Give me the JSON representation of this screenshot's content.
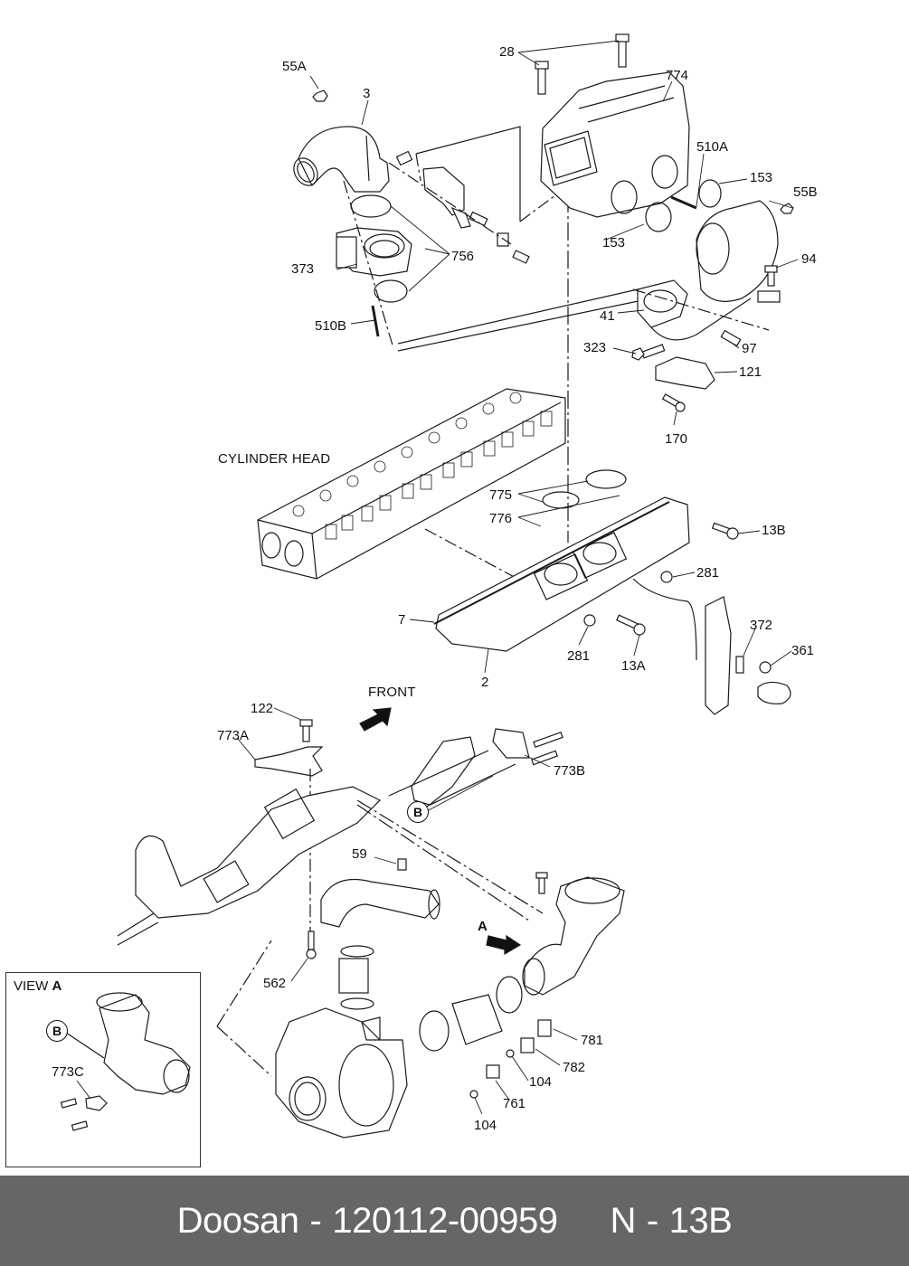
{
  "diagram": {
    "title": "Exploded parts diagram - intake / turbocharger piping",
    "notes": {
      "cylinder_head": "CYLINDER HEAD",
      "front": "FRONT",
      "view_a_prefix": "VIEW ",
      "view_a_letter": "A",
      "arrow_a": "A",
      "ref_b": "B",
      "ref_b_view": "B"
    },
    "part_labels": [
      {
        "id": "28",
        "text": "28"
      },
      {
        "id": "55A",
        "text": "55A"
      },
      {
        "id": "3",
        "text": "3"
      },
      {
        "id": "774",
        "text": "774"
      },
      {
        "id": "510A",
        "text": "510A"
      },
      {
        "id": "153a",
        "text": "153"
      },
      {
        "id": "55B",
        "text": "55B"
      },
      {
        "id": "153b",
        "text": "153"
      },
      {
        "id": "373",
        "text": "373"
      },
      {
        "id": "756",
        "text": "756"
      },
      {
        "id": "94",
        "text": "94"
      },
      {
        "id": "510B",
        "text": "510B"
      },
      {
        "id": "41",
        "text": "41"
      },
      {
        "id": "323",
        "text": "323"
      },
      {
        "id": "97",
        "text": "97"
      },
      {
        "id": "121",
        "text": "121"
      },
      {
        "id": "170",
        "text": "170"
      },
      {
        "id": "775",
        "text": "775"
      },
      {
        "id": "776",
        "text": "776"
      },
      {
        "id": "13B",
        "text": "13B"
      },
      {
        "id": "281a",
        "text": "281"
      },
      {
        "id": "7",
        "text": "7"
      },
      {
        "id": "372",
        "text": "372"
      },
      {
        "id": "361",
        "text": "361"
      },
      {
        "id": "281b",
        "text": "281"
      },
      {
        "id": "13A",
        "text": "13A"
      },
      {
        "id": "2",
        "text": "2"
      },
      {
        "id": "122",
        "text": "122"
      },
      {
        "id": "773A",
        "text": "773A"
      },
      {
        "id": "773B",
        "text": "773B"
      },
      {
        "id": "59",
        "text": "59"
      },
      {
        "id": "562",
        "text": "562"
      },
      {
        "id": "781",
        "text": "781"
      },
      {
        "id": "782",
        "text": "782"
      },
      {
        "id": "104a",
        "text": "104"
      },
      {
        "id": "761",
        "text": "761"
      },
      {
        "id": "104b",
        "text": "104"
      },
      {
        "id": "773C",
        "text": "773C"
      }
    ]
  },
  "footer": {
    "brand": "Doosan",
    "separator": "-",
    "part_number": "120112-00959",
    "section_prefix": "N",
    "section_separator": "-",
    "section": "13B",
    "background_color": "#666666",
    "text_color": "#ffffff"
  }
}
